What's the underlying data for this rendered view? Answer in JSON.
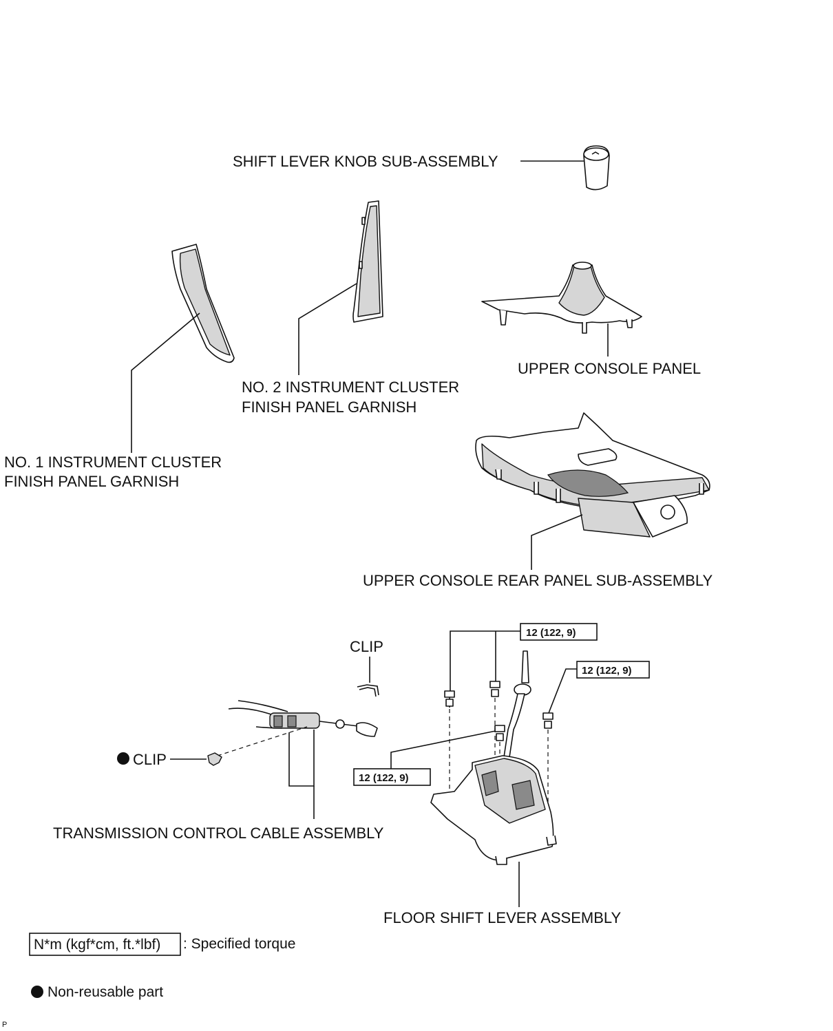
{
  "labels": {
    "shift_lever_knob": "SHIFT LEVER KNOB SUB-ASSEMBLY",
    "no2_garnish_line1": "NO. 2 INSTRUMENT CLUSTER",
    "no2_garnish_line2": "FINISH PANEL GARNISH",
    "no1_garnish_line1": "NO. 1 INSTRUMENT CLUSTER",
    "no1_garnish_line2": "FINISH PANEL GARNISH",
    "upper_console_panel": "UPPER CONSOLE PANEL",
    "upper_console_rear_panel": "UPPER CONSOLE REAR PANEL SUB-ASSEMBLY",
    "clip_top": "CLIP",
    "clip_left": "CLIP",
    "transmission_cable": "TRANSMISSION CONTROL CABLE ASSEMBLY",
    "floor_shift_lever": "FLOOR SHIFT LEVER ASSEMBLY"
  },
  "torque": {
    "top": "12 (122, 9)",
    "right": "12 (122, 9)",
    "left": "12 (122, 9)"
  },
  "legend": {
    "torque_box": "N*m (kgf*cm, ft.*lbf)",
    "torque_desc": ": Specified torque",
    "nonreusable": "Non-reusable part"
  },
  "corner_mark": "P"
}
